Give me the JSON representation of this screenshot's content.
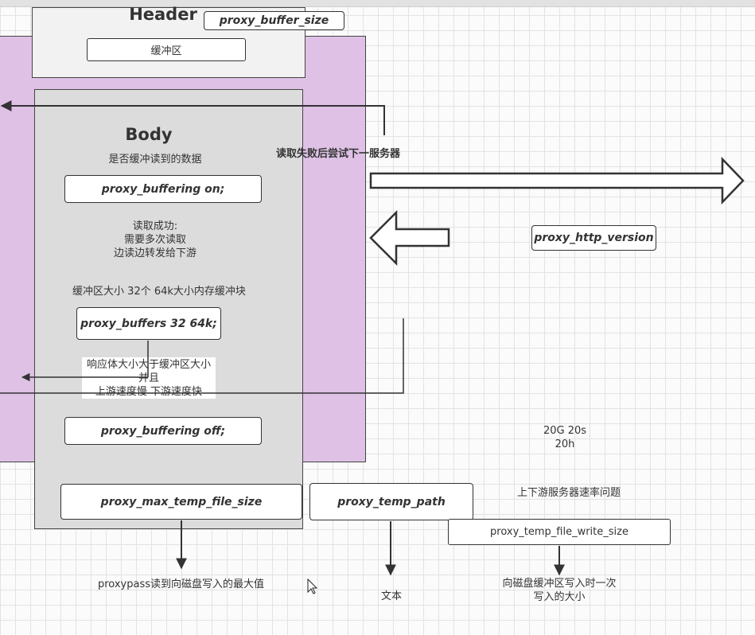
{
  "header": {
    "title": "Header",
    "buffer_size_directive": "proxy_buffer_size",
    "buffer_label": "缓冲区"
  },
  "body": {
    "title": "Body",
    "buffer_question": "是否缓冲读到的数据",
    "buffering_on": "proxy_buffering on;",
    "read_success": [
      "读取成功:",
      "需要多次读取",
      "边读边转发给下游"
    ],
    "buffer_size_desc": "缓冲区大小 32个 64k大小内存缓冲块",
    "buffers_directive": "proxy_buffers 32 64k;",
    "condition_lines": [
      "响应体大小大于缓冲区大小",
      "并且",
      "上游速度慢 下游速度快"
    ],
    "buffering_off": "proxy_buffering off;",
    "max_temp_file": "proxy_max_temp_file_size"
  },
  "retry_label": "读取失败后尝试下一服务器",
  "http_version": "proxy_http_version",
  "speed_note": [
    "20G 20s",
    "20h"
  ],
  "rate_issue": "上下游服务器速率问题",
  "temp_path": "proxy_temp_path",
  "temp_write_size": "proxy_temp_file_write_size",
  "max_value_note": "proxypass读到向磁盘写入的最大值",
  "text_note": "文本",
  "write_once_note": [
    "向磁盘缓冲区写入时一次",
    "写入的大小"
  ]
}
